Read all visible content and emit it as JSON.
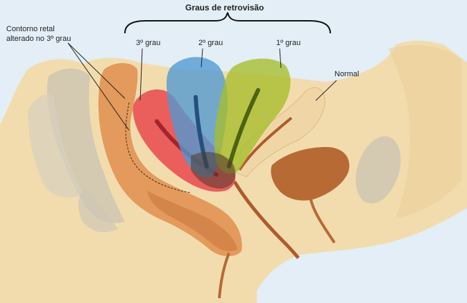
{
  "diagram": {
    "title": "Graus de retrovisão",
    "labels": {
      "rectal_line1": "Contorno retal",
      "rectal_line2": "alterado no 3º grau",
      "grade3": "3º grau",
      "grade2": "2º grau",
      "grade1": "1º grau",
      "normal": "Normal"
    },
    "colors": {
      "background": "#e3eef6",
      "tissue": "#f2dcae",
      "tissue_dark": "#e6c995",
      "bone": "#c9c3b2",
      "rectum": "#d98a4a",
      "endometrium": "#b05a2c",
      "grade3_uterus": "#e8424a",
      "grade2_uterus": "#4f9ad4",
      "grade1_uterus": "#a6be2a",
      "overlap": "#4a3a30"
    }
  }
}
